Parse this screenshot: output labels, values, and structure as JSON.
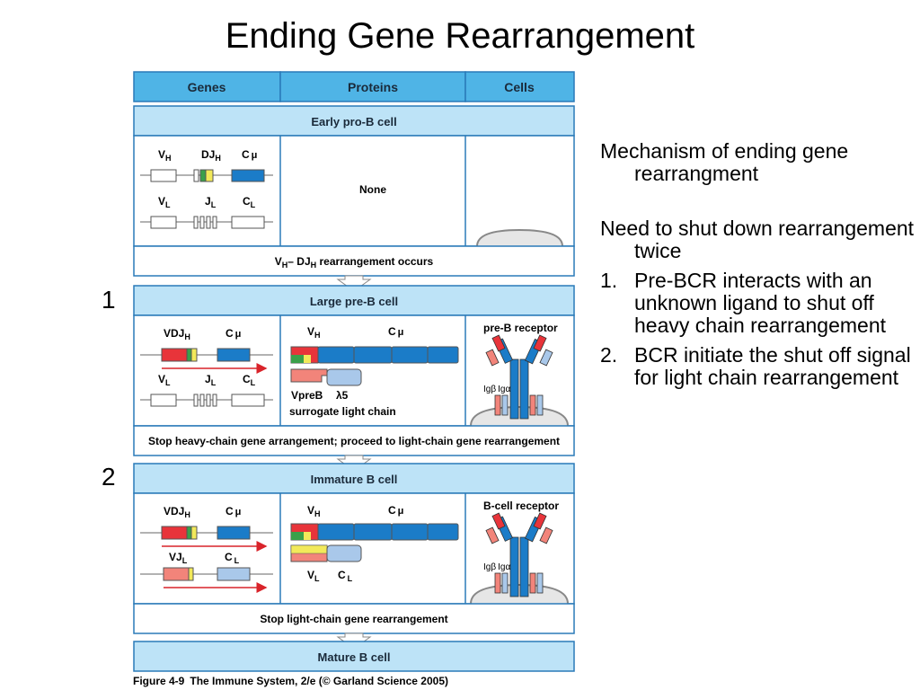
{
  "title": "Ending Gene Rearrangement",
  "step_numbers": [
    "1",
    "2"
  ],
  "notes": {
    "mechanism": "Mechanism of ending gene rearrangment",
    "need": "Need to shut down rearrangement twice",
    "points": [
      {
        "num": "1.",
        "text": "Pre-BCR interacts with an unknown ligand to shut off heavy chain rearrangement"
      },
      {
        "num": "2.",
        "text": "BCR initiate the shut off signal for light chain rearrangement"
      }
    ]
  },
  "figure": {
    "headers": [
      "Genes",
      "Proteins",
      "Cells"
    ],
    "stages": {
      "early": "Early pro-B cell",
      "large": "Large pre-B cell",
      "immature": "Immature B cell",
      "mature": "Mature B cell"
    },
    "transitions": {
      "t1_a": "V",
      "t1_a_sub": "H",
      "t1_b": "– DJ",
      "t1_b_sub": "H",
      "t1_c": " rearrangement occurs",
      "t2": "Stop heavy-chain gene arrangement; proceed to light-chain gene rearrangement",
      "t3": "Stop light-chain gene rearrangement"
    },
    "gene_labels": {
      "V": "V",
      "DJ": "DJ",
      "C": "C",
      "J": "J",
      "VDJ": "VDJ",
      "VJ": "VJ",
      "sub_H": "H",
      "sub_L": "L",
      "mu": "μ"
    },
    "protein_labels": {
      "none": "None",
      "VpreB": "VpreB",
      "lambda5": "λ5",
      "surrogate": "surrogate light chain"
    },
    "cell_labels": {
      "preB_receptor": "pre-B receptor",
      "B_receptor": "B-cell receptor",
      "Ig": "Ig",
      "beta": "β",
      "alpha": "α"
    },
    "colors": {
      "header_bg": "#4fb4e6",
      "stage_bg": "#bde3f7",
      "border": "#2a7ab8",
      "heavy_red": "#e8343a",
      "green": "#3aa04a",
      "yellow": "#f2e95a",
      "heavy_blue": "#1b7cc8",
      "light_salmon": "#f2847a",
      "light_blue": "#a9c8ea",
      "arrow_red": "#d9232a"
    }
  },
  "caption": {
    "fig": "Figure 4-9",
    "book": "The Immune System, 2/e (© Garland Science 2005)"
  }
}
